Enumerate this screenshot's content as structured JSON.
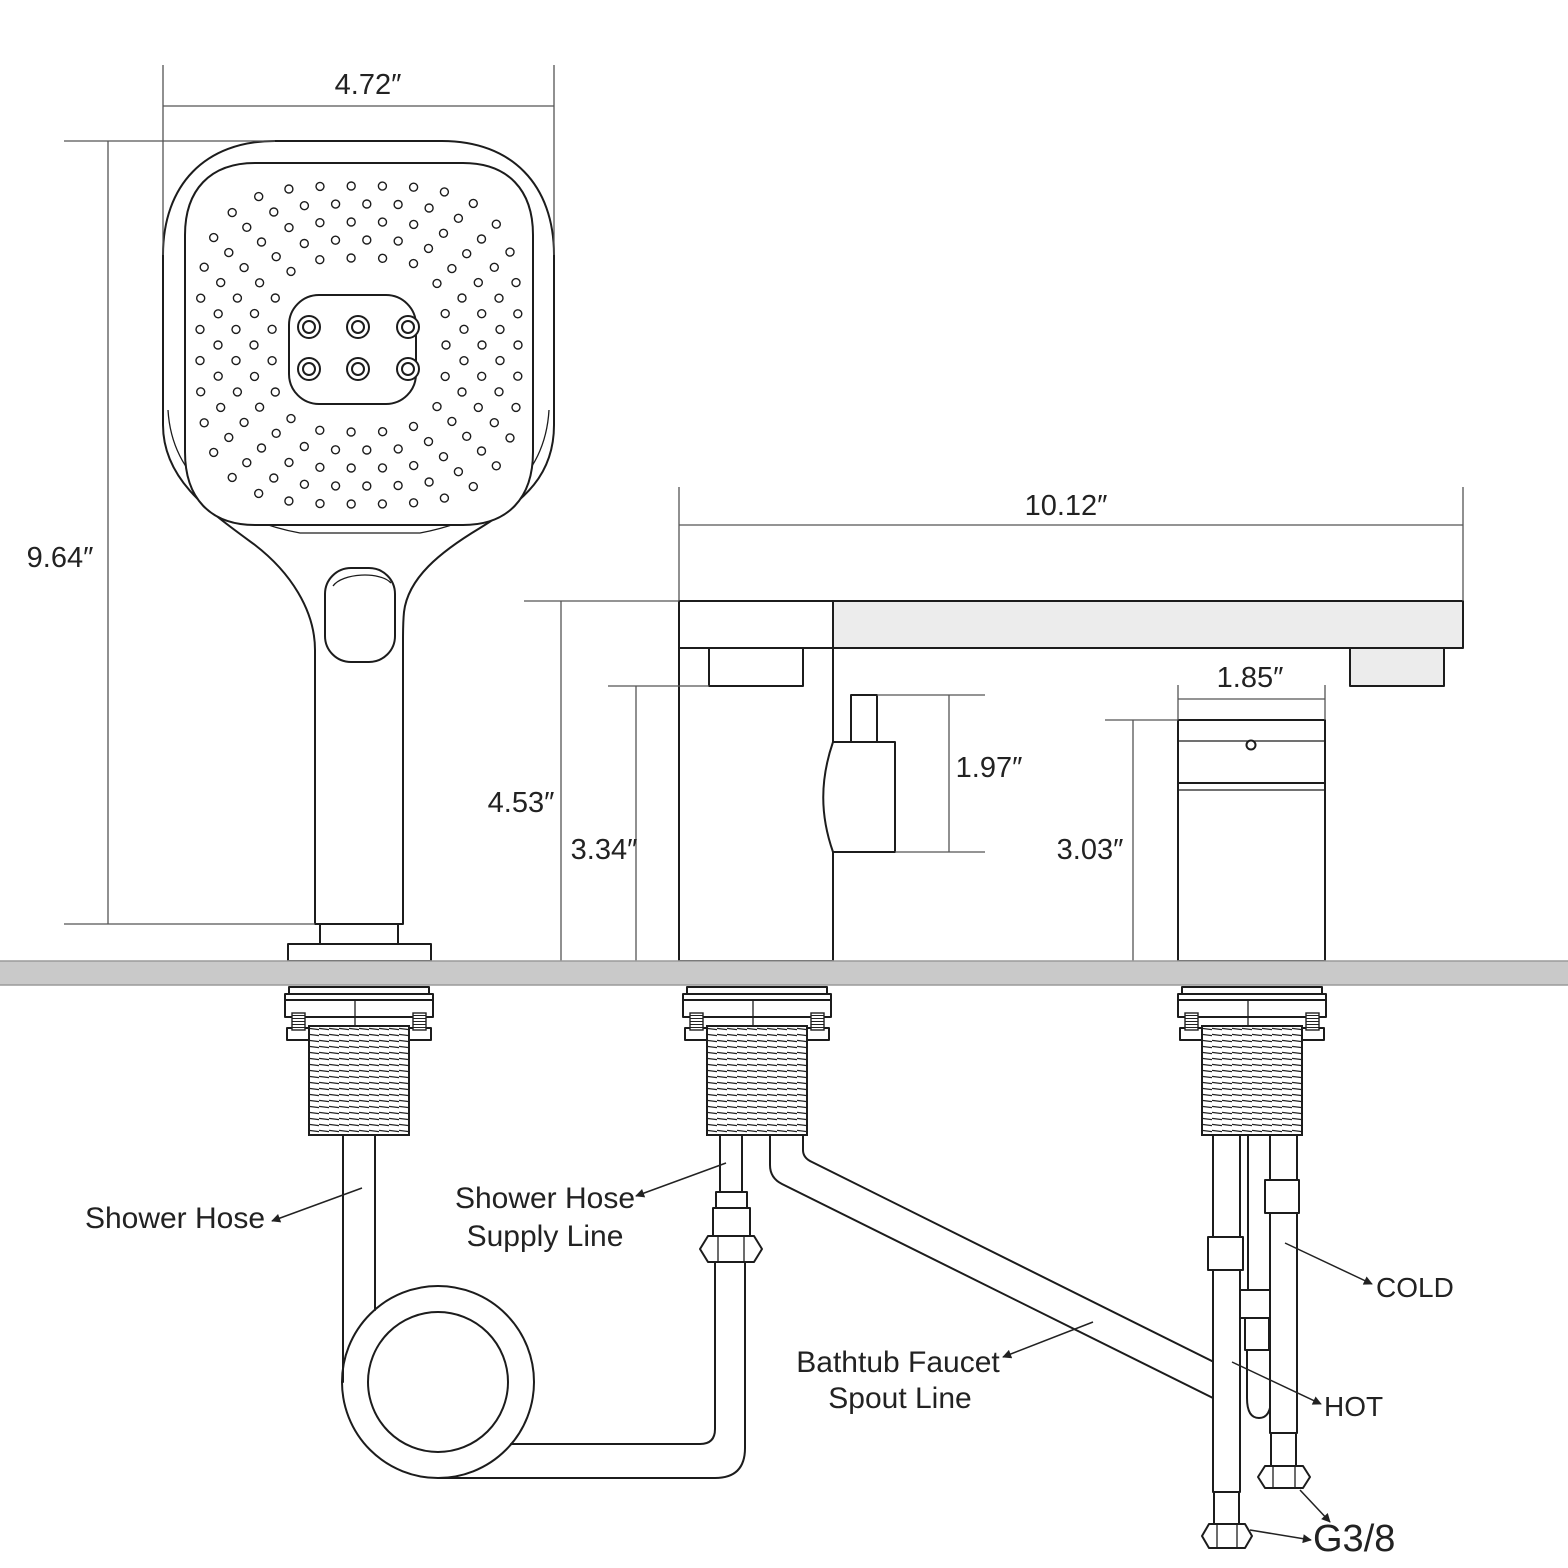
{
  "dimensions": {
    "head_width": "4.72″",
    "shower_height": "9.64″",
    "spout_length": "10.12″",
    "spout_height": "4.53″",
    "spout_outlet_height": "3.34″",
    "diverter_height": "1.97″",
    "handle_width": "1.85″",
    "handle_height": "3.03″"
  },
  "labels": {
    "shower_hose": "Shower Hose",
    "supply_line": [
      "Shower Hose",
      "Supply Line"
    ],
    "spout_line": [
      "Bathtub Faucet",
      "Spout Line"
    ],
    "cold": "COLD",
    "hot": "HOT",
    "connector": "G3/8"
  },
  "colors": {
    "line": "#1c1c1c",
    "deck": "#c9c9c9",
    "spout": "#ececec",
    "dimension": "#555555"
  }
}
